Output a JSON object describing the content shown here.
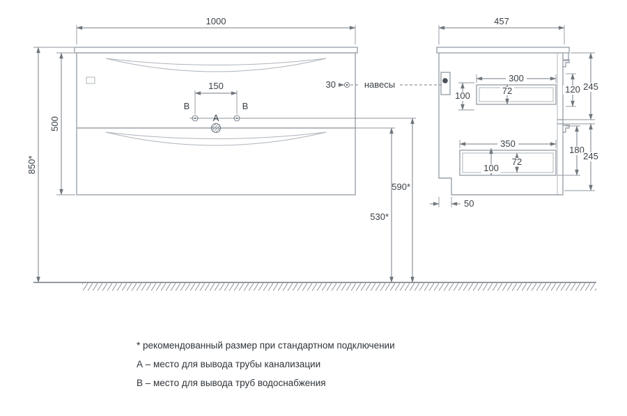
{
  "drawing": {
    "front": {
      "dim_width": "1000",
      "dim_height": "500",
      "dim_mount_height": "850*",
      "dim_water_height": "590*",
      "dim_drain_height": "530*",
      "dim_water_spacing": "150",
      "dim_hanger_offset": "30",
      "label_a": "A",
      "label_b_left": "B",
      "label_b_right": "B",
      "label_hangers": "навесы"
    },
    "side": {
      "dim_depth": "457",
      "dim_upper_drawer_depth": "300",
      "dim_upper_drawer_inner": "72",
      "dim_upper_drawer_front": "100",
      "dim_upper_gap": "120",
      "dim_upper_facade": "245",
      "dim_lower_drawer_depth": "350",
      "dim_lower_drawer_inner": "72",
      "dim_lower_drawer_front": "100",
      "dim_lower_gap": "180",
      "dim_lower_facade": "245",
      "dim_back_offset": "50"
    }
  },
  "legend": {
    "line1": "* рекомендованный размер при стандартном подключении",
    "line2": "А – место для вывода трубы канализации",
    "line3": "B – место для вывода труб водоснабжения"
  }
}
